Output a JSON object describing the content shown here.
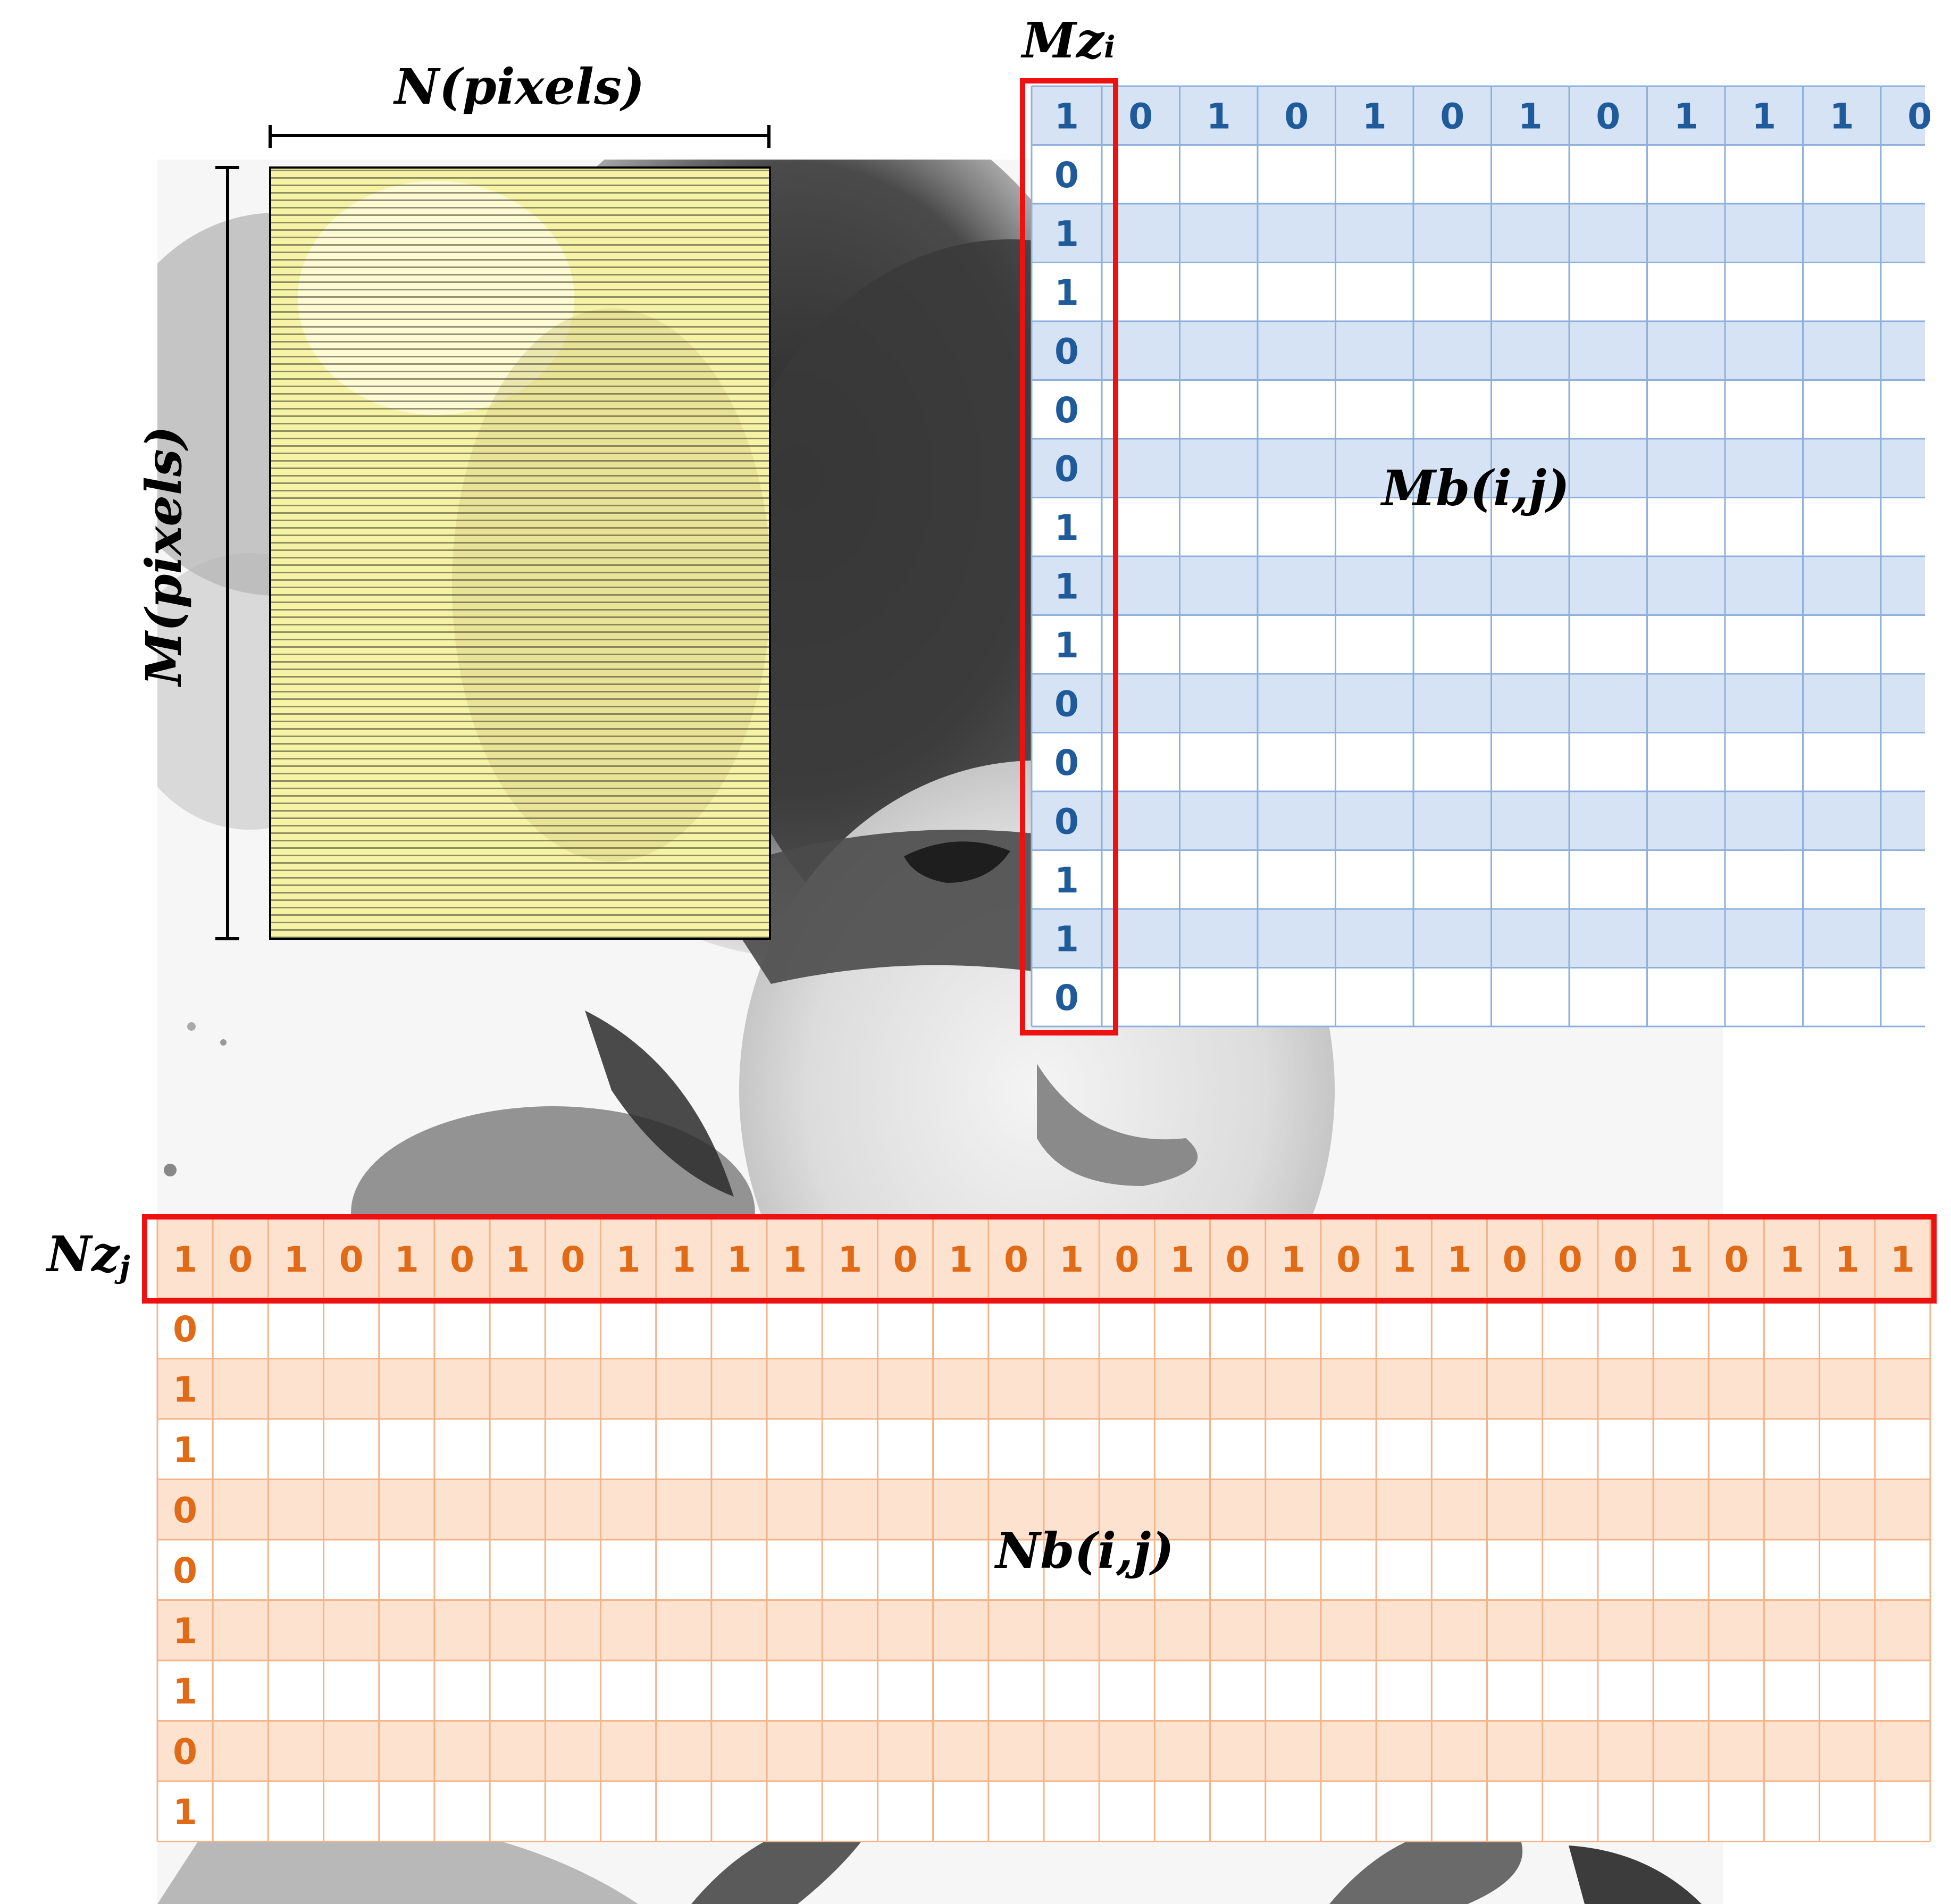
{
  "labels": {
    "n_dimension": "N(pixels)",
    "m_dimension": "M(pixels)",
    "mz_label_main": "Mz",
    "mz_label_sub": "i",
    "nz_label_main": "Nz",
    "nz_label_sub": "j",
    "mb_label": "Mb(i,j)",
    "nb_label": "Nb(i,j)"
  },
  "mb_table": {
    "top_row": [
      "1",
      "0",
      "1",
      "0",
      "1",
      "0",
      "1",
      "0",
      "1",
      "1",
      "1",
      "0"
    ],
    "first_column": [
      "1",
      "0",
      "1",
      "1",
      "0",
      "0",
      "0",
      "1",
      "1",
      "1",
      "0",
      "0",
      "0",
      "1",
      "1",
      "0"
    ]
  },
  "nb_table": {
    "top_row": [
      "1",
      "0",
      "1",
      "0",
      "1",
      "0",
      "1",
      "0",
      "1",
      "1",
      "1",
      "1",
      "1",
      "0",
      "1",
      "0",
      "1",
      "0",
      "1",
      "0",
      "1",
      "0",
      "1",
      "1",
      "0",
      "0",
      "0",
      "1",
      "0",
      "1",
      "1",
      "1"
    ],
    "first_column": [
      "0",
      "1",
      "1",
      "0",
      "0",
      "1",
      "1",
      "0",
      "1"
    ]
  },
  "colors": {
    "mb_stripe": "#d6e3f5",
    "mb_grid": "#8fb0dc",
    "mb_digit": "#1f5a9a",
    "nb_stripe": "#fde2d0",
    "nb_grid": "#f3b48a",
    "nb_digit": "#e06a16",
    "highlight": "#ee1111",
    "yellow_overlay": "#f7f3a6"
  }
}
